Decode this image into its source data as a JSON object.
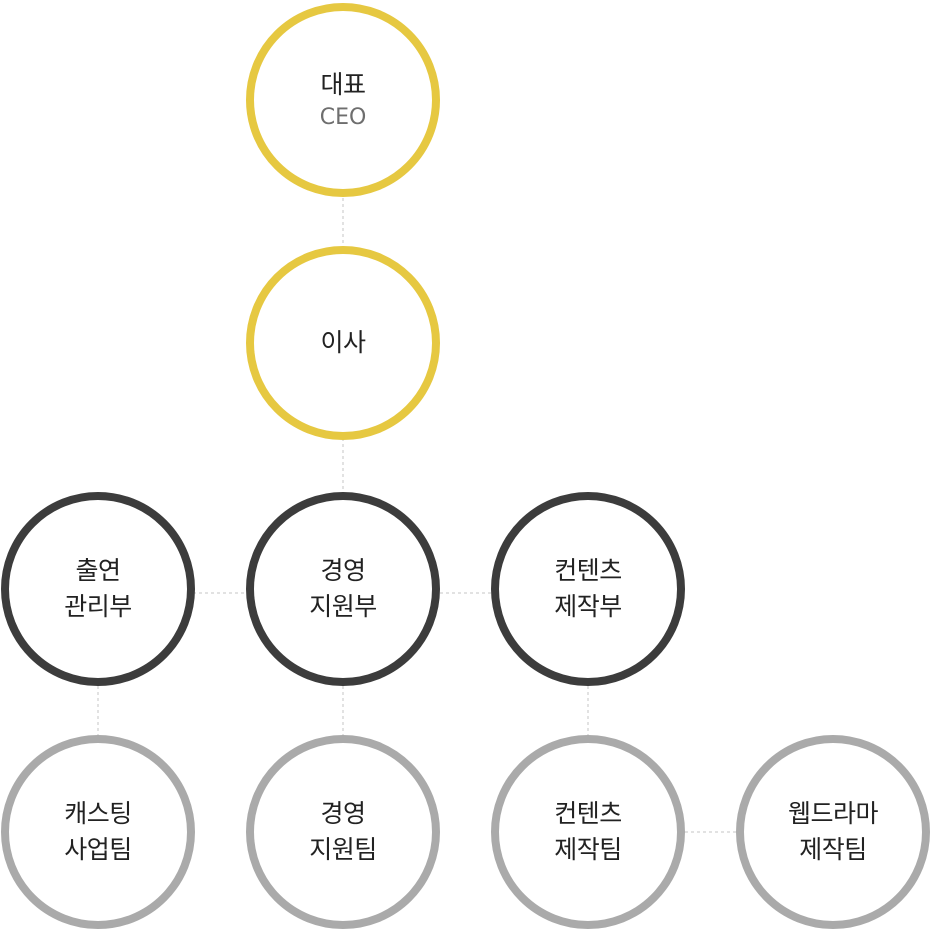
{
  "colors": {
    "executive_ring": "#e6c841",
    "department_ring": "#3c3c3c",
    "team_ring": "#aaaaaa",
    "connector": "#c4c4c4",
    "text": "#222222",
    "subtext": "#6e6e6e"
  },
  "org": {
    "ceo": {
      "label": "대표",
      "sub": "CEO"
    },
    "director": {
      "label": "이사"
    },
    "departments": [
      {
        "label": "출연\n관리부"
      },
      {
        "label": "경영\n지원부"
      },
      {
        "label": "컨텐츠\n제작부"
      }
    ],
    "teams": [
      {
        "label": "캐스팅\n사업팀"
      },
      {
        "label": "경영\n지원팀"
      },
      {
        "label": "컨텐츠\n제작팀"
      },
      {
        "label": "웹드라마\n제작팀"
      }
    ]
  }
}
